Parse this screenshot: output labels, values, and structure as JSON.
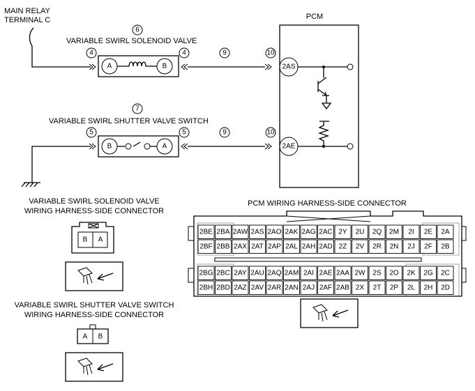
{
  "labels": {
    "main_relay_1": "MAIN RELAY",
    "main_relay_2": "TERMINAL C",
    "pcm": "PCM",
    "solenoid_title": "VARIABLE SWIRL SOLENOID VALVE",
    "shutter_title": "VARIABLE SWIRL SHUTTER VALVE SWITCH",
    "solenoid_conn_1": "VARIABLE SWIRL SOLENOID VALVE",
    "solenoid_conn_2": "WIRING HARNESS-SIDE CONNECTOR",
    "shutter_conn_1": "VARIABLE SWIRL SHUTTER VALVE SWITCH",
    "shutter_conn_2": "WIRING HARNESS-SIDE CONNECTOR",
    "pcm_conn": "PCM WIRING HARNESS-SIDE CONNECTOR"
  },
  "circled": {
    "c6": "6",
    "c7": "7",
    "c4a": "4",
    "c4b": "4",
    "c9a": "9",
    "c10a": "10",
    "c5a": "5",
    "c5b": "5",
    "c9b": "9",
    "c10b": "10"
  },
  "pins": {
    "sol_a": "A",
    "sol_b": "B",
    "sw_b": "B",
    "sw_a": "A",
    "pcm_2as": "2AS",
    "pcm_2ae": "2AE"
  },
  "connectors": {
    "solenoid": [
      "B",
      "A"
    ],
    "shutter": [
      "A",
      "B"
    ]
  },
  "pcm_connector": {
    "rows": [
      [
        "2BE",
        "2BA",
        "2AW",
        "2AS",
        "2AO",
        "2AK",
        "2AG",
        "2AC",
        "2Y",
        "2U",
        "2Q",
        "2M",
        "2I",
        "2E",
        "2A"
      ],
      [
        "2BF",
        "2BB",
        "2AX",
        "2AT",
        "2AP",
        "2AL",
        "2AH",
        "2AD",
        "2Z",
        "2V",
        "2R",
        "2N",
        "2J",
        "2F",
        "2B"
      ],
      [
        "2BG",
        "2BC",
        "2AY",
        "2AU",
        "2AQ",
        "2AM",
        "2AI",
        "2AE",
        "2AA",
        "2W",
        "2S",
        "2O",
        "2K",
        "2G",
        "2C"
      ],
      [
        "2BH",
        "2BD",
        "2AZ",
        "2AV",
        "2AR",
        "2AN",
        "2AJ",
        "2AF",
        "2AB",
        "2X",
        "2T",
        "2P",
        "2L",
        "2H",
        "2D"
      ]
    ]
  }
}
